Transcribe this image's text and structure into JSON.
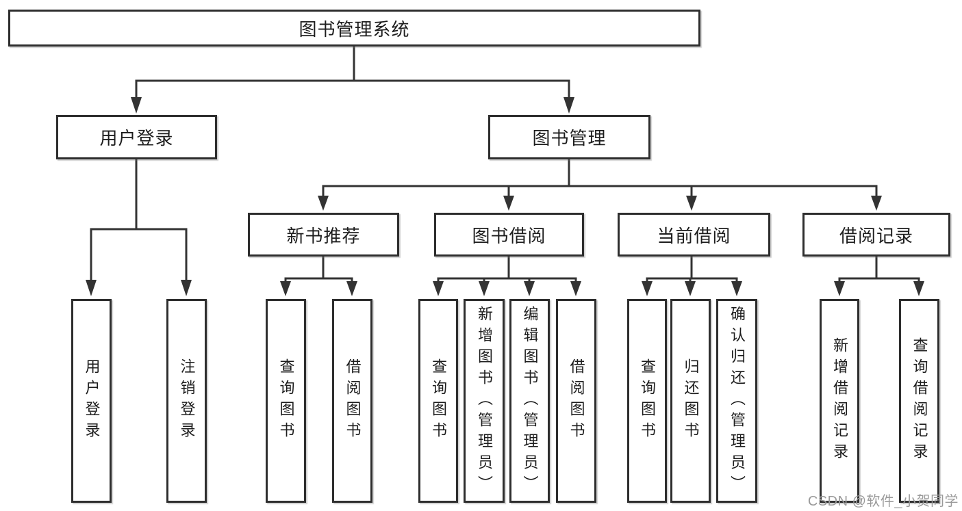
{
  "diagram_title": "图书管理系统",
  "structure": {
    "label": "图书管理系统",
    "children": [
      {
        "label": "用户登录",
        "children": [
          {
            "label": "用户登录"
          },
          {
            "label": "注销登录"
          }
        ]
      },
      {
        "label": "图书管理",
        "children": [
          {
            "label": "新书推荐",
            "children": [
              {
                "label": "查询图书"
              },
              {
                "label": "借阅图书"
              }
            ]
          },
          {
            "label": "图书借阅",
            "children": [
              {
                "label": "查询图书"
              },
              {
                "label": "新增图书（管理员）"
              },
              {
                "label": "编辑图书（管理员）"
              },
              {
                "label": "借阅图书"
              }
            ]
          },
          {
            "label": "当前借阅",
            "children": [
              {
                "label": "查询图书"
              },
              {
                "label": "归还图书"
              },
              {
                "label": "确认归还（管理员）"
              }
            ]
          },
          {
            "label": "借阅记录",
            "children": [
              {
                "label": "新增借阅记录"
              },
              {
                "label": "查询借阅记录"
              }
            ]
          }
        ]
      }
    ]
  },
  "watermark": {
    "text": "CSDN @软件_小贺同学"
  },
  "colors": {
    "background": "#ffffff",
    "line": "#333333",
    "box_border": "#2e2e2e",
    "text": "#1d1d1d",
    "watermark": "#9a9a9a"
  }
}
